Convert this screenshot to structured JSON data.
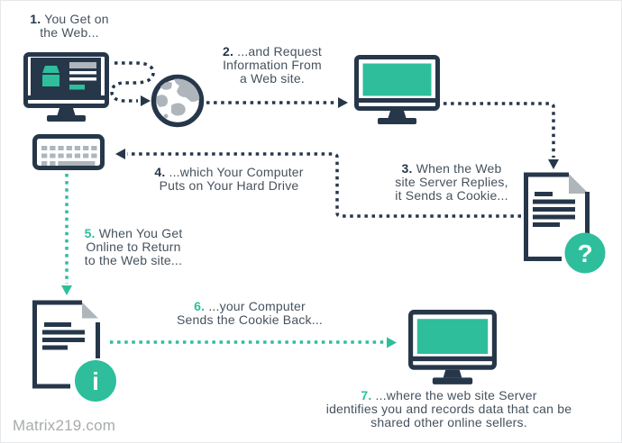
{
  "steps": [
    {
      "num": "1.",
      "text": "You Get on\nthe Web..."
    },
    {
      "num": "2.",
      "text": "...and Request\nInformation From\na Web site."
    },
    {
      "num": "3.",
      "text": "When the Web\nsite Server Replies,\nit Sends a Cookie..."
    },
    {
      "num": "4.",
      "text": "...which Your Computer\nPuts on Your Hard Drive"
    },
    {
      "num": "5.",
      "text": "When You Get\nOnline to Return\nto the Web site..."
    },
    {
      "num": "6.",
      "text": "...your Computer\nSends the Cookie Back..."
    },
    {
      "num": "7.",
      "text": "...where the web site Server\nidentifies you and records data that can be\nshared other online sellers."
    }
  ],
  "badges": {
    "question_mark": "?",
    "info": "i"
  },
  "watermark": "Matrix219.com",
  "icons": [
    "user-computer-monitor-icon",
    "globe-icon",
    "web-server-monitor-icon",
    "keyboard-icon",
    "cookie-document-question-icon",
    "cookie-document-info-icon",
    "seller-server-monitor-icon"
  ],
  "colors": {
    "navy": "#26374A",
    "green": "#2EBE9C",
    "gray": "#AFB6BB",
    "text": "#46525E",
    "watermark": "#A8ABAD",
    "bg": "#FFFFFF"
  }
}
